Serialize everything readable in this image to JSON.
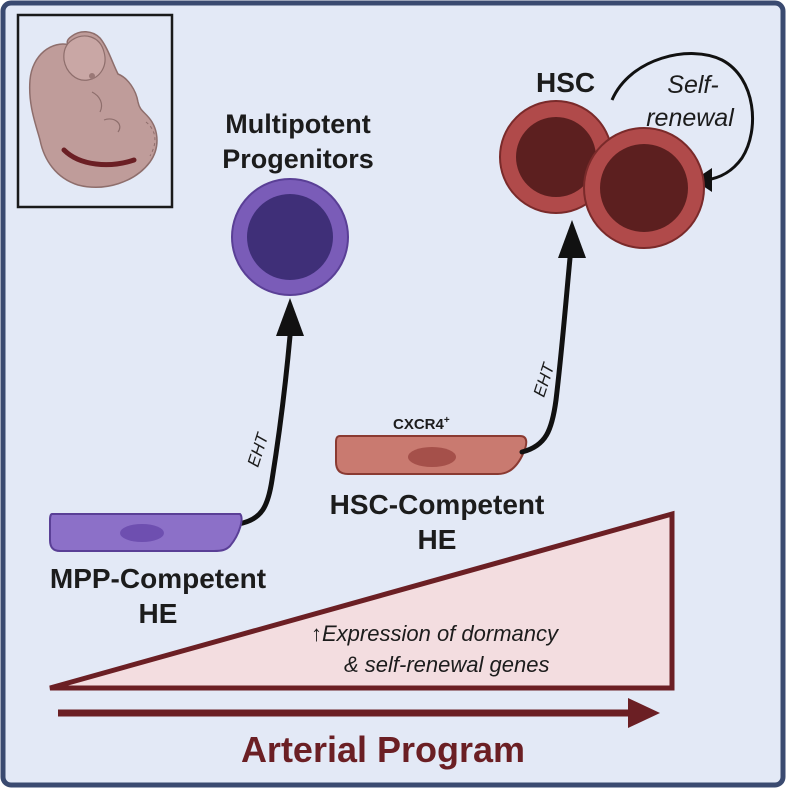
{
  "labels": {
    "multipotent_line1": "Multipotent",
    "multipotent_line2": "Progenitors",
    "hsc": "HSC",
    "self_renewal_line1": "Self-",
    "self_renewal_line2": "renewal",
    "eht_left": "EHT",
    "eht_right": "EHT",
    "cxcr4": "CXCR4",
    "cxcr4_superscript": "+",
    "hsc_competent_line1": "HSC-Competent",
    "hsc_competent_line2": "HE",
    "mpp_competent_line1": "MPP-Competent",
    "mpp_competent_line2": "HE",
    "expression_line1": "Expression of dormancy",
    "expression_arrow": "↑",
    "expression_line2": "& self-renewal genes",
    "arterial_program": "Arterial Program"
  },
  "icons": {
    "embryo": "embryo-icon"
  },
  "colors": {
    "background": "#e3e9f6",
    "frame": "#3a4a70",
    "mpp_cell": "#7a5cb8",
    "mpp_nucleus": "#3f2f78",
    "hsc_cell": "#b04a4a",
    "hsc_nucleus": "#5c1f1f",
    "he_purple": "#8c70c8",
    "he_red": "#c97a70",
    "arterial": "#6b1f24",
    "triangle_fill": "#f3dde0"
  }
}
